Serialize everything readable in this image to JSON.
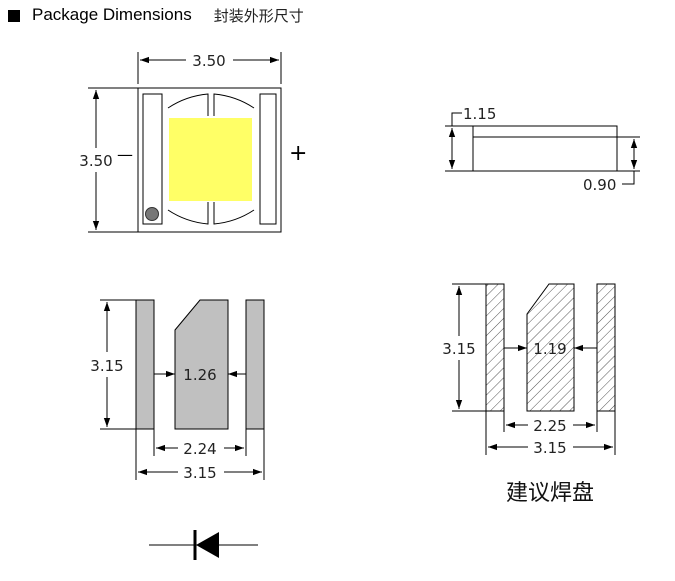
{
  "header": {
    "title_en": "Package Dimensions",
    "title_zh": "封装外形尺寸"
  },
  "top_view": {
    "width_label": "3.50",
    "height_label": "3.50",
    "minus_sign": "—",
    "plus_sign": "+",
    "led_color": "#ffff66"
  },
  "side_view": {
    "top_label": "1.15",
    "bottom_label": "0.90"
  },
  "bottom_view": {
    "height_label": "3.15",
    "center_label": "1.26",
    "inner_label": "2.24",
    "outer_label": "3.15",
    "pad_color": "#c0c0c0"
  },
  "pad_layout": {
    "height_label": "3.15",
    "center_label": "1.19",
    "inner_label": "2.25",
    "outer_label": "3.15",
    "caption": "建议焊盘"
  }
}
